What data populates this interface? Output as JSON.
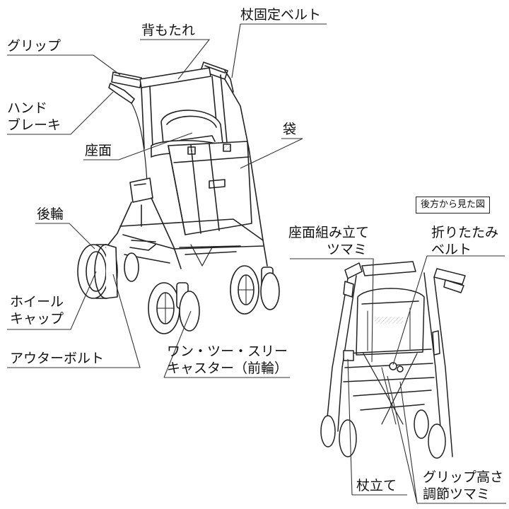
{
  "labels": {
    "grip": "グリップ",
    "backrest": "背もたれ",
    "cane_belt": "杖固定ベルト",
    "hand_brake_1": "ハンド",
    "hand_brake_2": "ブレーキ",
    "bag": "袋",
    "seat": "座面",
    "rear_wheel": "後輪",
    "wheel_cap_1": "ホイール",
    "wheel_cap_2": "キャップ",
    "outer_bolt": "アウターボルト",
    "caster_1": "ワン・ツー・スリー",
    "caster_2": "キャスター（前輪）",
    "rear_view": "後方から見た図",
    "seat_assembly_1": "座面組み立て",
    "seat_assembly_2": "ツマミ",
    "fold_belt_1": "折りたたみ",
    "fold_belt_2": "ベルト",
    "cane_stand": "杖立て",
    "grip_height_1": "グリップ高さ",
    "grip_height_2": "調節ツマミ"
  },
  "colors": {
    "line": "#222222",
    "leader": "#333333",
    "fill": "#ffffff",
    "shade": "#e6e6e6"
  }
}
